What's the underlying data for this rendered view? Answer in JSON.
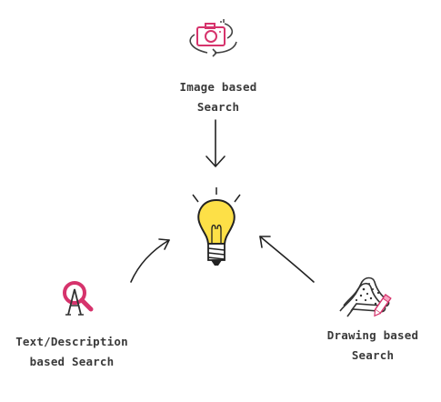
{
  "nodes": {
    "image_search": {
      "line1": "Image based",
      "line2": "Search",
      "icon": "camera-rotate-icon"
    },
    "text_search": {
      "line1": "Text/Description",
      "line2": "based Search",
      "icon": "text-search-icon"
    },
    "drawing_search": {
      "line1": "Drawing based",
      "line2": "Search",
      "icon": "shoes-pencil-icon"
    },
    "center": {
      "icon": "lightbulb-icon"
    }
  },
  "colors": {
    "accent": "#d6336c",
    "bulb": "#fde047",
    "line": "#222222",
    "text": "#3a3a3a"
  }
}
